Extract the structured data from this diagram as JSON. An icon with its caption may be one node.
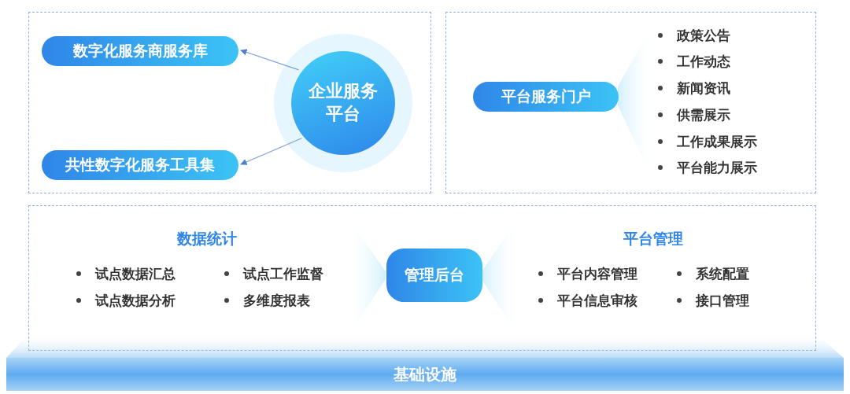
{
  "diagram": {
    "nodes": [
      {
        "text": [],
        "shape": "box"
      },
      {
        "text": [
          "数字化服务商服务库"
        ],
        "in": 0
      },
      {
        "text": [
          "共性数字化服务工具集"
        ],
        "in": 0
      },
      {
        "text": [
          "企业服务平台"
        ],
        "in": 0
      },
      {
        "text": [],
        "shape": "box"
      },
      {
        "text": [
          "平台服务门户"
        ],
        "in": 4
      },
      {
        "text": [],
        "shape": "box"
      },
      {
        "text": [
          "管理后台"
        ],
        "in": 6
      },
      {
        "text": [
          "基础设施"
        ]
      }
    ],
    "edges": [
      {
        "from": 3,
        "to": 1,
        "arrow": "to"
      },
      {
        "from": 3,
        "to": 2,
        "arrow": "to"
      }
    ],
    "labels": [
      "政策公告",
      "工作动态",
      "新闻资讯",
      "供需展示",
      "工作成果展示",
      "平台能力展示",
      "数据统计",
      "试点数据汇总",
      "试点工作监督",
      "试点数据分析",
      "多维度报表",
      "平台管理",
      "平台内容管理",
      "系统配置",
      "平台信息审核",
      "接口管理"
    ]
  }
}
